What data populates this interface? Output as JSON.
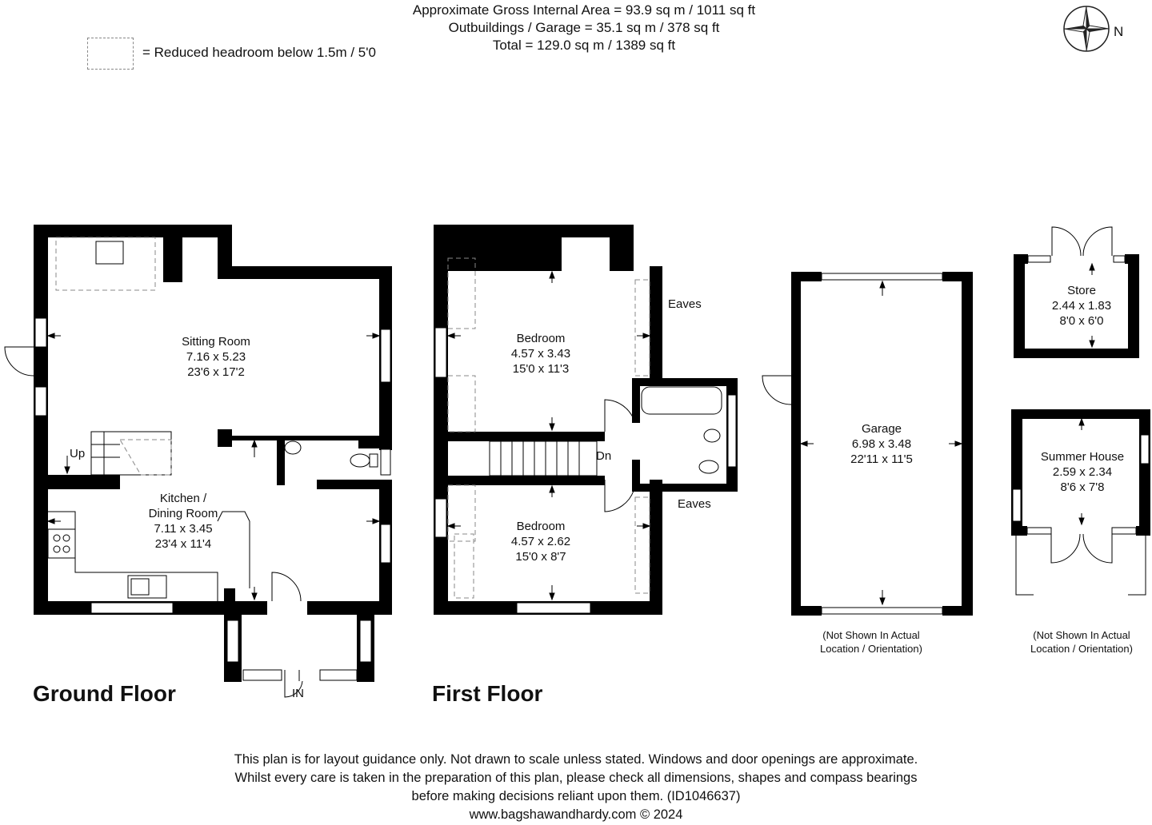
{
  "header": {
    "gross_internal_area": "Approximate Gross Internal Area = 93.9 sq m / 1011 sq ft",
    "outbuildings": "Outbuildings / Garage = 35.1 sq m / 378 sq ft",
    "total": "Total = 129.0 sq m / 1389 sq ft"
  },
  "legend": {
    "label": "= Reduced headroom below 1.5m / 5'0"
  },
  "compass": {
    "label": "N"
  },
  "ground_floor": {
    "title": "Ground Floor",
    "sitting_room": {
      "name": "Sitting Room",
      "metric": "7.16 x 5.23",
      "imperial": "23'6 x 17'2"
    },
    "kitchen": {
      "name1": "Kitchen /",
      "name2": "Dining Room",
      "metric": "7.11 x 3.45",
      "imperial": "23'4 x 11'4"
    },
    "up_label": "Up",
    "in_label": "IN"
  },
  "first_floor": {
    "title": "First Floor",
    "bedroom1": {
      "name": "Bedroom",
      "metric": "4.57 x 3.43",
      "imperial": "15'0 x 11'3"
    },
    "bedroom2": {
      "name": "Bedroom",
      "metric": "4.57 x 2.62",
      "imperial": "15'0 x 8'7"
    },
    "eaves_top": "Eaves",
    "eaves_bottom": "Eaves",
    "dn_label": "Dn"
  },
  "garage": {
    "name": "Garage",
    "metric": "6.98 x 3.48",
    "imperial": "22'11 x 11'5",
    "note1": "(Not Shown In Actual",
    "note2": "Location / Orientation)"
  },
  "store": {
    "name": "Store",
    "metric": "2.44 x 1.83",
    "imperial": "8'0 x 6'0"
  },
  "summer_house": {
    "name": "Summer House",
    "metric": "2.59 x 2.34",
    "imperial": "8'6 x 7'8",
    "note1": "(Not Shown In Actual",
    "note2": "Location / Orientation)"
  },
  "footer": {
    "line1": "This plan is for layout guidance only. Not drawn to scale unless stated. Windows and door openings are approximate.",
    "line2": "Whilst every care is taken in the preparation of this plan, please check all dimensions, shapes and compass bearings",
    "line3": "before making decisions reliant upon them. (ID1046637)",
    "website": "www.bagshawandhardy.com © 2024"
  }
}
